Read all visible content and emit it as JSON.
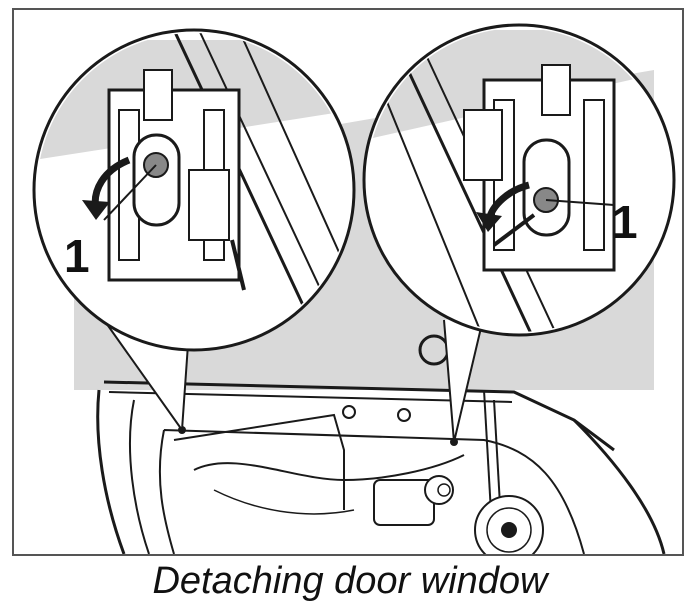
{
  "figure": {
    "caption": "Detaching door window",
    "callouts": {
      "left_label": "1",
      "right_label": "1"
    },
    "colors": {
      "glass_fill": "#d9d9d9",
      "line": "#1a1a1a",
      "paper": "#ffffff"
    }
  }
}
